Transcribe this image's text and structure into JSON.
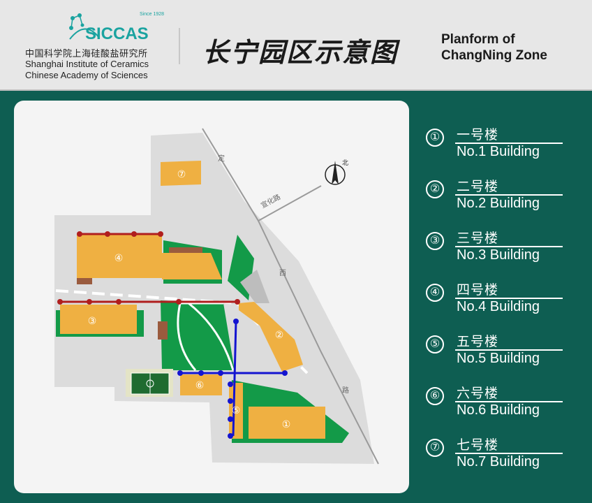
{
  "header": {
    "logo_text": "SICCAS",
    "since": "Since 1928",
    "org_cn": "中国科学院上海硅酸盐研究所",
    "org_en_line1": "Shanghai Institute of Ceramics",
    "org_en_line2": "Chinese Academy of Sciences",
    "title_cn": "长宁园区示意图",
    "title_en_line1": "Planform of",
    "title_en_line2": "ChangNing Zone"
  },
  "map": {
    "road_ding": "定",
    "road_xuanhua": "宣化路",
    "road_xi": "西",
    "road_lu": "路",
    "north": "北",
    "building_markers": [
      "①",
      "②",
      "③",
      "④",
      "⑤",
      "⑥",
      "⑦"
    ]
  },
  "legend": [
    {
      "num": "①",
      "cn": "一号楼",
      "en": "No.1 Building"
    },
    {
      "num": "②",
      "cn": "二号楼",
      "en": "No.2 Building"
    },
    {
      "num": "③",
      "cn": "三号楼",
      "en": "No.3 Building"
    },
    {
      "num": "④",
      "cn": "四号楼",
      "en": "No.4 Building"
    },
    {
      "num": "⑤",
      "cn": "五号楼",
      "en": "No.5 Building"
    },
    {
      "num": "⑥",
      "cn": "六号楼",
      "en": "No.6 Building"
    },
    {
      "num": "⑦",
      "cn": "七号楼",
      "en": "No.7 Building"
    }
  ],
  "colors": {
    "building": "#efb042",
    "green": "#139a48",
    "red_path": "#b01e1e",
    "blue_path": "#1414d0",
    "background": "#0e5e52"
  }
}
